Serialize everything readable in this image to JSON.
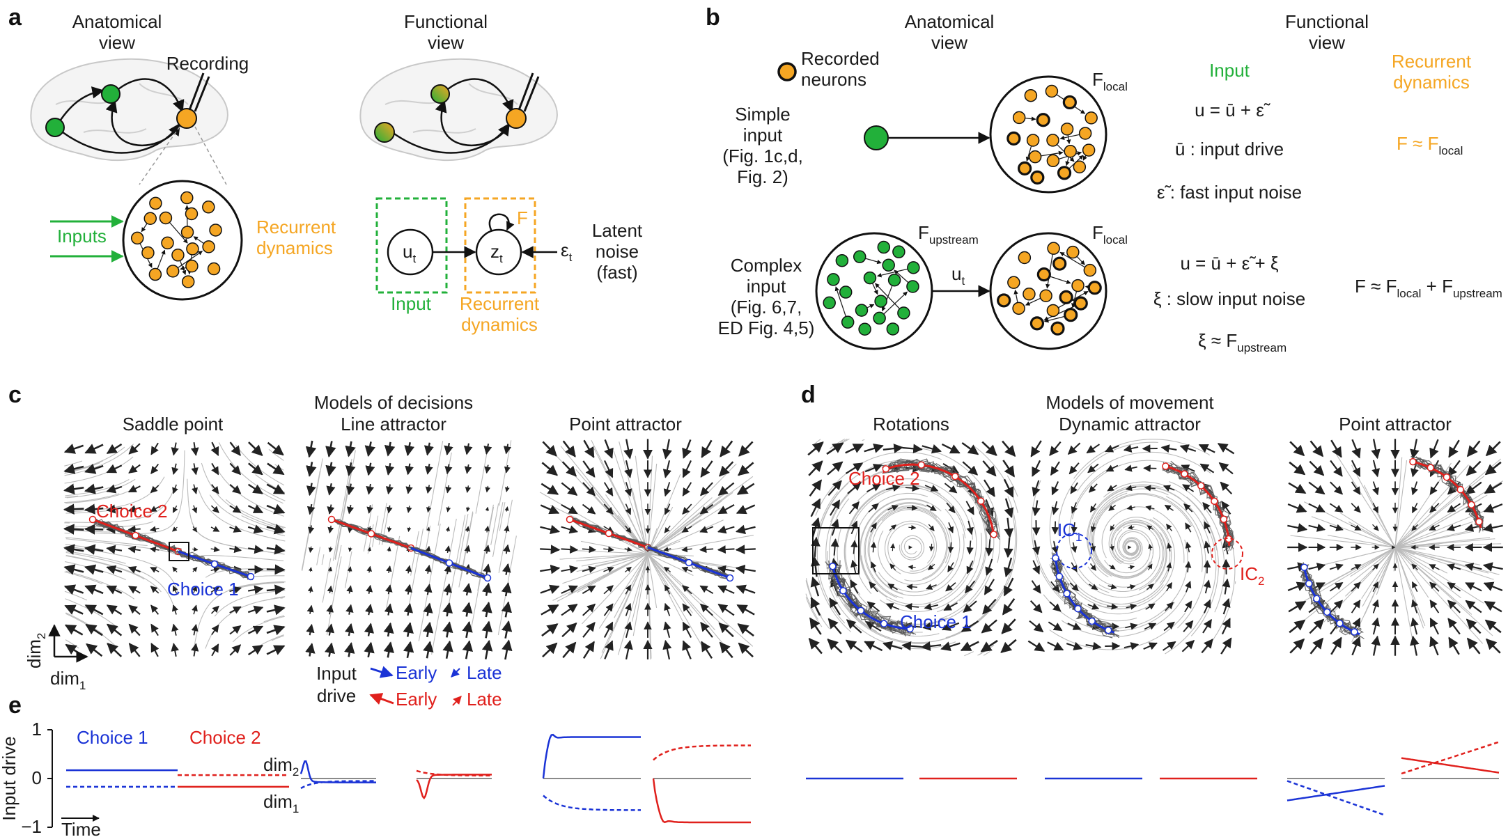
{
  "colors": {
    "green": "#22b03a",
    "orange": "#f5a623",
    "blue": "#1a33d6",
    "red": "#e0201c",
    "trajectory": "#555555",
    "flow": "#bbbbbb",
    "brain": "#c8c8c8"
  },
  "panel_a": {
    "letter": "a",
    "anatomical_title": [
      "Anatomical",
      "view"
    ],
    "functional_title": [
      "Functional",
      "view"
    ],
    "recording": "Recording",
    "inputs": "Inputs",
    "recurrent": [
      "Recurrent",
      "dynamics"
    ],
    "node_u": "u",
    "node_u_sub": "t",
    "node_z": "z",
    "node_z_sub": "t",
    "F": "F",
    "eps": "ε",
    "eps_sub": "t",
    "latent_noise": [
      "Latent",
      "noise",
      "(fast)"
    ],
    "input_label": "Input",
    "recurrent_label": [
      "Recurrent",
      "dynamics"
    ]
  },
  "panel_b": {
    "letter": "b",
    "anatomical_title": [
      "Anatomical",
      "view"
    ],
    "functional_title": [
      "Functional",
      "view"
    ],
    "recorded_neurons": [
      "Recorded",
      "neurons"
    ],
    "simple_input": [
      "Simple",
      "input",
      "(Fig. 1c,d,",
      "Fig. 2)"
    ],
    "complex_input": [
      "Complex",
      "input",
      "(Fig. 6,7,",
      "ED Fig. 4,5)"
    ],
    "F_local": "F",
    "F_local_sub": "local",
    "F_upstream": "F",
    "F_upstream_sub": "upstream",
    "u_arrow": "u",
    "u_arrow_sub": "t",
    "input_header": "Input",
    "recurrent_header": [
      "Recurrent",
      "dynamics"
    ],
    "eq1": "u = ū + ε̃",
    "eq2": "ū : input drive",
    "eq3": "ε̃ : fast input noise",
    "eq4": "u = ū + ε̃ + ξ",
    "eq5": "ξ : slow input noise",
    "eq6": "ξ ≈ F",
    "eq6_sub": "upstream",
    "rec1": "F ≈ F",
    "rec1_sub": "local",
    "rec2": "F ≈ F",
    "rec2_mid": " + F",
    "rec2_sub1": "local",
    "rec2_sub2": "upstream"
  },
  "panel_c": {
    "letter": "c",
    "title": "Models of decisions",
    "subplots": [
      "Saddle point",
      "Line attractor",
      "Point attractor"
    ],
    "choice2": "Choice 2",
    "choice1": "Choice 1",
    "dim2": "dim",
    "dim2_sub": "2",
    "dim1": "dim",
    "dim1_sub": "1",
    "input_drive": [
      "Input",
      "drive"
    ],
    "early": "Early",
    "late": "Late"
  },
  "panel_d": {
    "letter": "d",
    "title": "Models of movement",
    "subplots": [
      "Rotations",
      "Dynamic attractor",
      "Point attractor"
    ],
    "choice2": "Choice 2",
    "choice1": "Choice 1",
    "ic1": "IC",
    "ic1_sub": "1",
    "ic2": "IC",
    "ic2_sub": "2"
  },
  "panel_e": {
    "letter": "e",
    "ylabel": "Input drive",
    "yticks": [
      "1",
      "0",
      "−1"
    ],
    "time": "Time",
    "choice1": "Choice 1",
    "choice2": "Choice 2",
    "dim2": "dim",
    "dim2_sub": "2",
    "dim1": "dim",
    "dim1_sub": "1"
  }
}
